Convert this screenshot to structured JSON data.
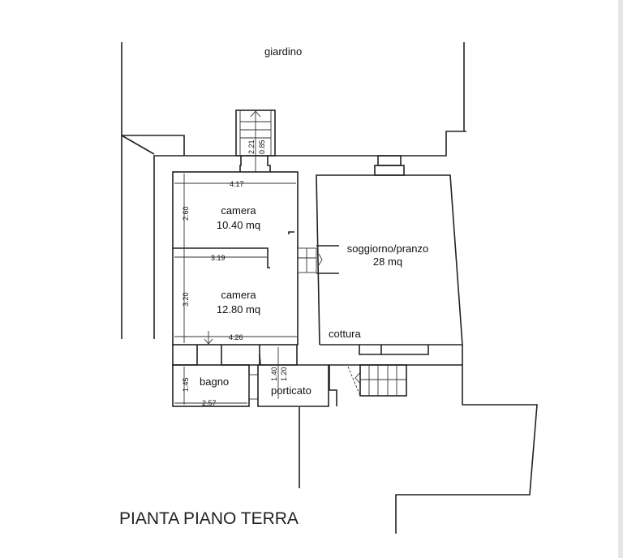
{
  "plan": {
    "title": "PIANTA PIANO TERRA",
    "garden_label": "giardino",
    "rooms": [
      {
        "name": "camera",
        "area": "10.40 mq"
      },
      {
        "name": "camera",
        "area": "12.80 mq"
      },
      {
        "name": "soggiorno/pranzo",
        "area": "28 mq"
      },
      {
        "name": "cottura"
      },
      {
        "name": "bagno"
      },
      {
        "name": "porticato"
      }
    ],
    "dimensions": {
      "stair_a": "2.21",
      "stair_b": "0.85",
      "cam1_width": "4.17",
      "cam1_height": "2.60",
      "cam2_wall": "3.19",
      "cam2_height": "3.20",
      "cam2_width": "4.26",
      "bagno_height": "1.45",
      "bagno_width": "2.57",
      "portico_a": "1.40",
      "portico_b": "1.20"
    }
  }
}
